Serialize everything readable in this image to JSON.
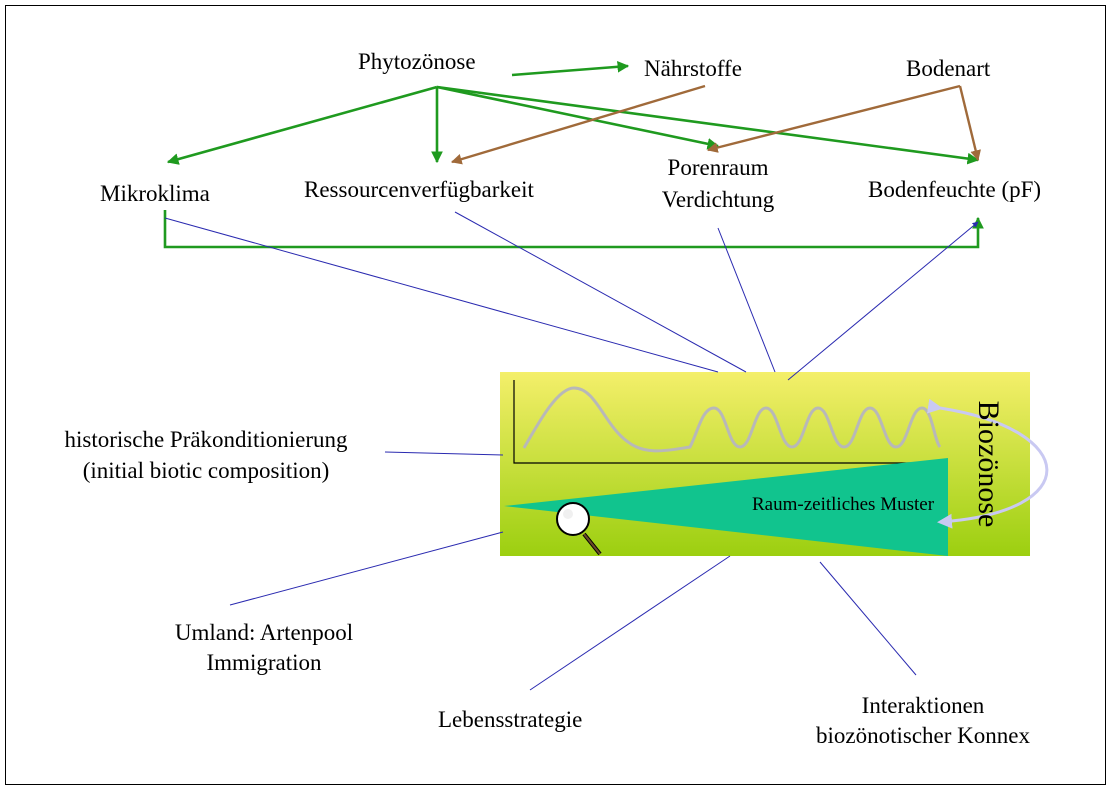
{
  "labels": {
    "phytozoenose": "Phytozönose",
    "naehrstoffe": "Nährstoffe",
    "bodenart": "Bodenart",
    "mikroklima": "Mikroklima",
    "ressourcen": "Ressourcenverfügbarkeit",
    "porenraum_line1": "Porenraum",
    "porenraum_line2": "Verdichtung",
    "bodenfeuchte": "Bodenfeuchte (pF)",
    "historische_line1": "historische Präkonditionierung",
    "historische_line2": "(initial biotic composition)",
    "umland_line1": "Umland: Artenpool",
    "umland_line2": "Immigration",
    "lebensstrategie": "Lebensstrategie",
    "interaktionen_line1": "Interaktionen",
    "interaktionen_line2": "biozönotischer Konnex",
    "biozoenose": "Biozönose",
    "muster": "Raum-zeitliches Muster"
  },
  "colors": {
    "green_arrow": "#1f9a1f",
    "brown_arrow": "#a06a3a",
    "blue_line": "#2a2ab0",
    "box_top": "#f4ef6a",
    "box_bottom": "#9ccf10",
    "wedge": "#11c48e",
    "curve": "#b8b8b8",
    "cycle_arrow": "#c9c9f2"
  },
  "icons": {
    "magnifier": "magnifier-icon"
  }
}
